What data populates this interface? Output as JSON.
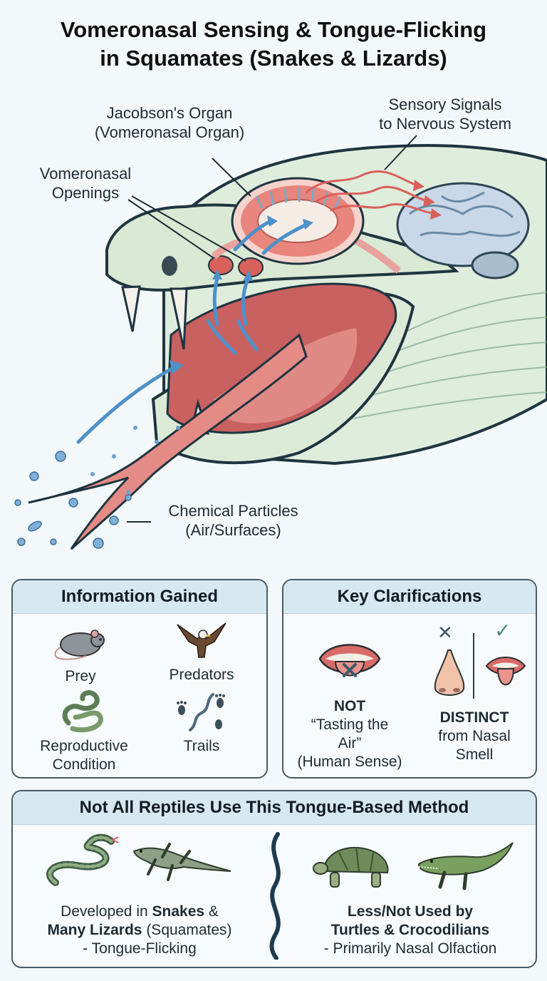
{
  "title": {
    "line1": "Vomeronasal Sensing & Tongue-Flicking",
    "line2": "in Squamates (Snakes & Lizards)"
  },
  "labels": {
    "jacobson": [
      "Jacobson's Organ",
      "(Vomeronasal Organ)"
    ],
    "signals": [
      "Sensory Signals",
      "to Nervous System"
    ],
    "openings": [
      "Vomeronasal",
      "Openings"
    ],
    "particles": [
      "Chemical Particles",
      "(Air/Surfaces)"
    ]
  },
  "info_panel": {
    "heading": "Information Gained",
    "items": [
      {
        "label": "Prey",
        "icon": "mouse-icon"
      },
      {
        "label": "Predators",
        "icon": "eagle-icon"
      },
      {
        "label_lines": [
          "Reproductive",
          "Condition"
        ],
        "icon": "coiled-snakes-icon"
      },
      {
        "label": "Trails",
        "icon": "footprints-icon"
      }
    ]
  },
  "clarify_panel": {
    "heading": "Key Clarifications",
    "not_bold": "NOT",
    "not_lines": [
      "“Tasting the",
      "Air”",
      "(Human Sense)"
    ],
    "distinct_bold": "DISTINCT",
    "distinct_lines": [
      "from Nasal",
      "Smell"
    ],
    "marks": {
      "nose": "✕",
      "tongue": "✓"
    },
    "colors": {
      "cross": "#3b5a6a",
      "check": "#4c8a7a"
    }
  },
  "reptile_panel": {
    "heading": "Not All Reptiles Use This Tongue-Based Method",
    "left": {
      "pre": "Developed in ",
      "bold1": "Snakes",
      "mid": " &",
      "bold2": "Many Lizards",
      "post": " (Squamates)",
      "line3": "- Tongue-Flicking"
    },
    "right": {
      "bold1": "Less/Not Used by",
      "bold2": "Turtles & Crocodilians",
      "line3": "- Primarily Nasal Olfaction"
    }
  },
  "colors": {
    "snake_skin": "#dcebd8",
    "snake_outline": "#1f3440",
    "tongue": "#e48b86",
    "organ": "#e8857d",
    "arrow_blue": "#4e90c8",
    "signal_red": "#d9605a",
    "brain": "#c9d8e8",
    "panel_header": "#d6e8f0"
  }
}
